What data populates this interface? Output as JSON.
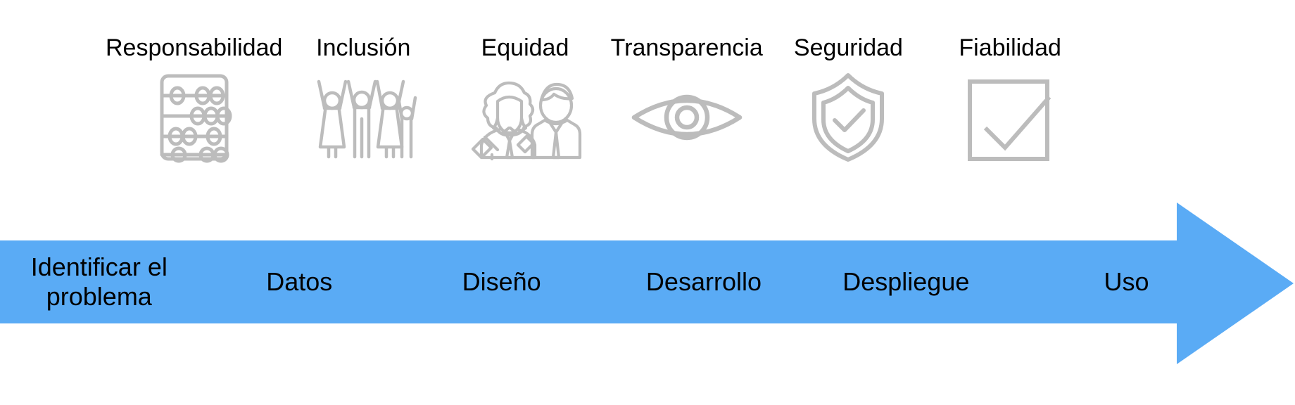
{
  "diagram": {
    "title_text": "",
    "background_color": "#ffffff",
    "icon_color": "#bcbcbc",
    "arrow_color": "#5aabf5",
    "text_color": "#000000"
  },
  "principles": [
    {
      "label": "Responsabilidad",
      "icon": "abacus-icon"
    },
    {
      "label": "Inclusión",
      "icon": "people-raised-arms-icon"
    },
    {
      "label": "Equidad",
      "icon": "two-professionals-icon"
    },
    {
      "label": "Transparencia",
      "icon": "eye-icon"
    },
    {
      "label": "Seguridad",
      "icon": "shield-check-icon"
    },
    {
      "label": "Fiabilidad",
      "icon": "checkbox-check-icon"
    }
  ],
  "stages": [
    {
      "label": "Identificar el\nproblema",
      "line1": "Identificar el",
      "line2": "problema"
    },
    {
      "label": "Datos",
      "line1": "Datos",
      "line2": ""
    },
    {
      "label": "Diseño",
      "line1": "Diseño",
      "line2": ""
    },
    {
      "label": "Desarrollo",
      "line1": "Desarrollo",
      "line2": ""
    },
    {
      "label": "Despliegue",
      "line1": "Despliegue",
      "line2": ""
    },
    {
      "label": "Uso",
      "line1": "Uso",
      "line2": ""
    }
  ]
}
